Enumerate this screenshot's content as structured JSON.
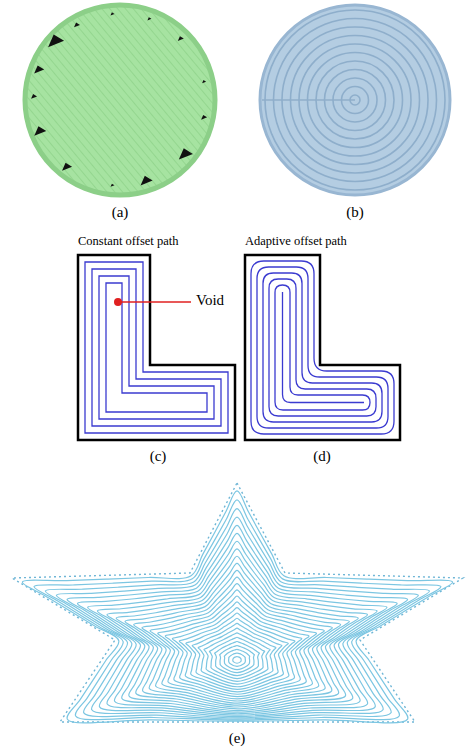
{
  "diagram": {
    "labels": [
      "(a)",
      "(b)",
      "Constant offset path",
      "Void",
      "(c)",
      "Adaptive offset path",
      "(d)",
      "(e)"
    ]
  }
}
